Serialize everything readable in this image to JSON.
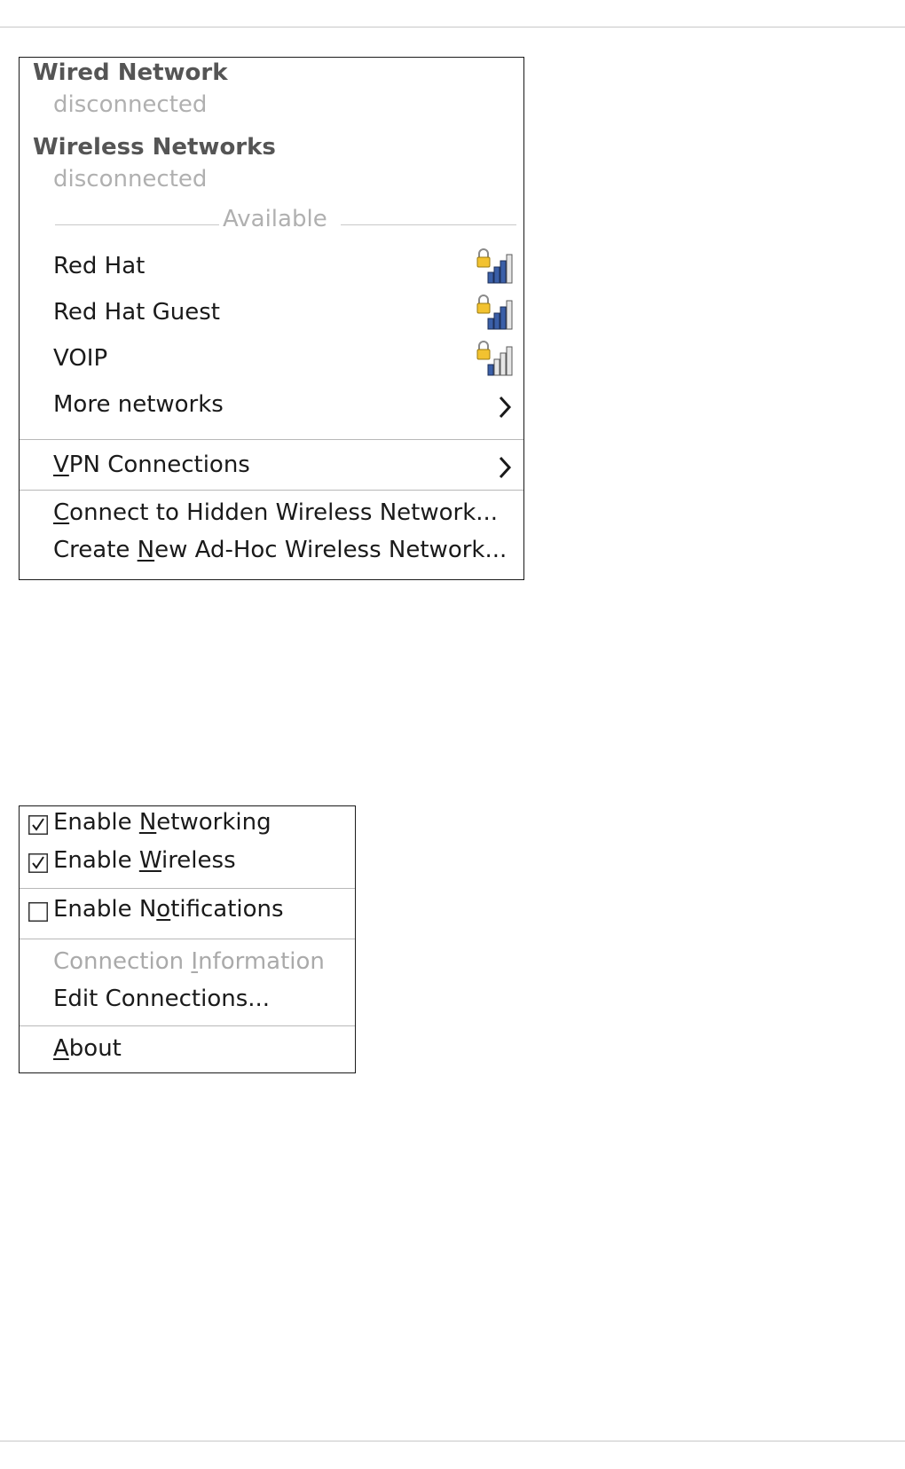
{
  "network_menu": {
    "wired_header": "Wired Network",
    "wired_status": "disconnected",
    "wireless_header": "Wireless Networks",
    "wireless_status": "disconnected",
    "available_label": "Available",
    "networks": [
      {
        "name": "Red Hat",
        "icon": "secured-signal-icon"
      },
      {
        "name": "Red Hat Guest",
        "icon": "secured-signal-icon"
      },
      {
        "name": "VOIP",
        "icon": "secured-signal-icon"
      }
    ],
    "more_networks": "More networks",
    "vpn": {
      "pre": "",
      "mnemonic": "V",
      "post": "PN Connections"
    },
    "connect_hidden": {
      "pre": "",
      "mnemonic": "C",
      "post": "onnect to Hidden Wireless Network..."
    },
    "create_adhoc": {
      "pre": "Create ",
      "mnemonic": "N",
      "post": "ew Ad-Hoc Wireless Network..."
    }
  },
  "options_menu": {
    "enable_networking": {
      "checked": true,
      "pre": "Enable ",
      "mnemonic": "N",
      "post": "etworking"
    },
    "enable_wireless": {
      "checked": true,
      "pre": "Enable ",
      "mnemonic": "W",
      "post": "ireless"
    },
    "enable_notifications": {
      "checked": false,
      "pre": "Enable N",
      "mnemonic": "o",
      "post": "tifications"
    },
    "connection_information": {
      "pre": "Connection ",
      "mnemonic": "I",
      "post": "nformation"
    },
    "edit_connections": "Edit Connections...",
    "about": {
      "pre": "",
      "mnemonic": "A",
      "post": "bout"
    }
  }
}
